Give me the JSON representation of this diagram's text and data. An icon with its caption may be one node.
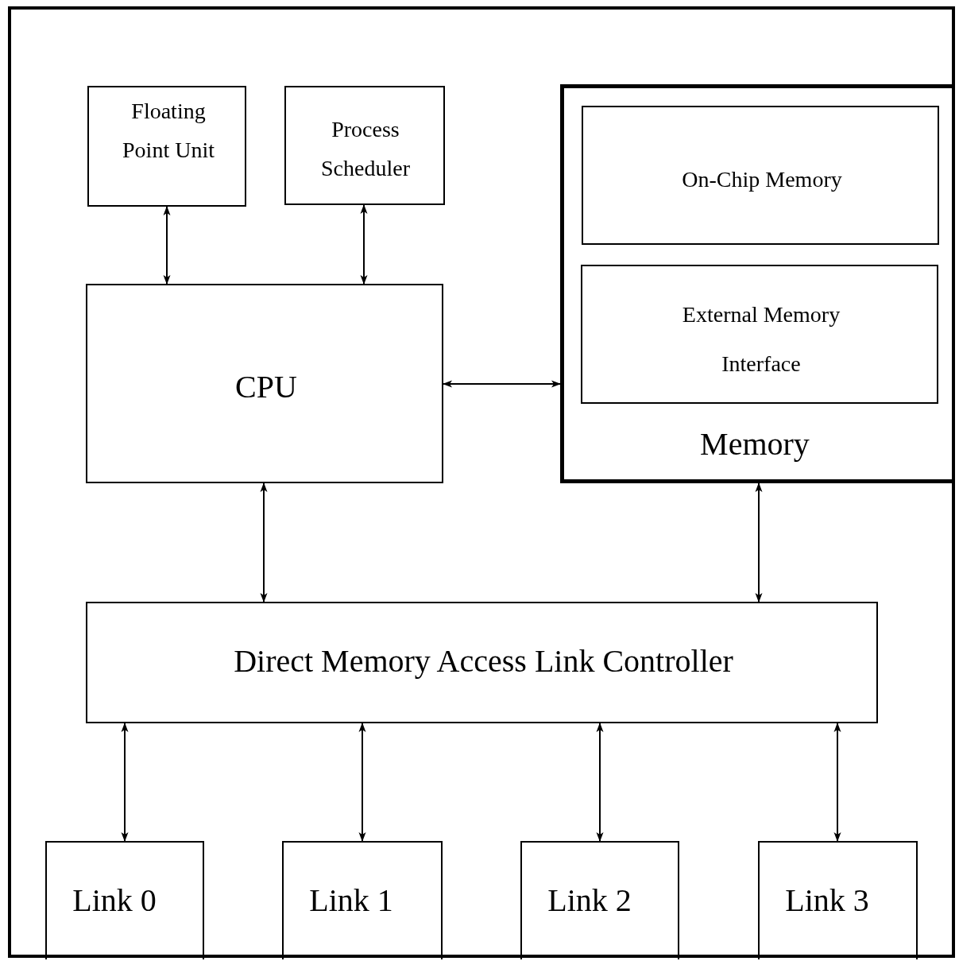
{
  "diagram": {
    "nodes": [
      {
        "text": [
          "Floating Point Unit"
        ]
      },
      {
        "text": [
          "Process Scheduler"
        ]
      },
      {
        "text": [
          "Memory"
        ]
      },
      {
        "text": [
          "On-Chip Memory"
        ],
        "in": 2
      },
      {
        "text": [
          "External Memory Interface"
        ],
        "in": 2
      },
      {
        "text": [
          "CPU"
        ]
      },
      {
        "text": [
          "Direct Memory Access Link Controller"
        ]
      },
      {
        "text": [
          "Link 0"
        ]
      },
      {
        "text": [
          "Link 1"
        ]
      },
      {
        "text": [
          "Link 2"
        ]
      },
      {
        "text": [
          "Link 3"
        ]
      }
    ],
    "edges": [
      {
        "from": 0,
        "to": 5,
        "arrow": "both"
      },
      {
        "from": 1,
        "to": 5,
        "arrow": "both"
      },
      {
        "from": 5,
        "to": 2,
        "arrow": "both"
      },
      {
        "from": 5,
        "to": 6,
        "arrow": "both"
      },
      {
        "from": 2,
        "to": 6,
        "arrow": "both"
      },
      {
        "from": 6,
        "to": 7,
        "arrow": "both"
      },
      {
        "from": 6,
        "to": 8,
        "arrow": "both"
      },
      {
        "from": 6,
        "to": 9,
        "arrow": "both"
      },
      {
        "from": 6,
        "to": 10,
        "arrow": "both"
      }
    ]
  }
}
